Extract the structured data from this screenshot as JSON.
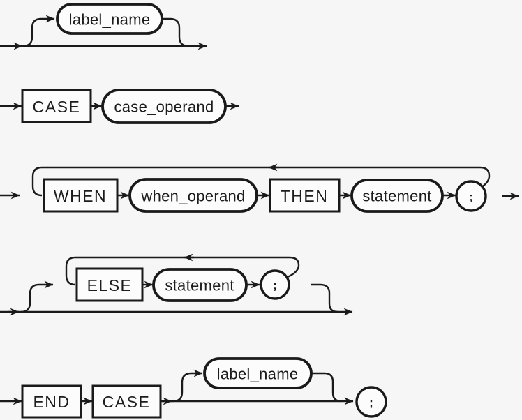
{
  "diagram": {
    "kind": "railroad-syntax-diagram",
    "colors": {
      "background": "#f6f6f6",
      "line": "#1a1a1a",
      "node_fill": "#fcfcfc",
      "text": "#1c1c1c"
    },
    "rows": [
      {
        "name": "optional-label",
        "nodes": [
          {
            "type": "variable",
            "label": "label_name"
          }
        ]
      },
      {
        "name": "case-clause",
        "nodes": [
          {
            "type": "keyword",
            "label": "CASE"
          },
          {
            "type": "variable",
            "label": "case_operand"
          }
        ]
      },
      {
        "name": "when-clause",
        "nodes": [
          {
            "type": "keyword",
            "label": "WHEN"
          },
          {
            "type": "variable",
            "label": "when_operand"
          },
          {
            "type": "keyword",
            "label": "THEN"
          },
          {
            "type": "variable",
            "label": "statement"
          },
          {
            "type": "terminal",
            "label": ";"
          }
        ]
      },
      {
        "name": "else-clause",
        "nodes": [
          {
            "type": "keyword",
            "label": "ELSE"
          },
          {
            "type": "variable",
            "label": "statement"
          },
          {
            "type": "terminal",
            "label": ";"
          }
        ]
      },
      {
        "name": "end-clause",
        "nodes": [
          {
            "type": "keyword",
            "label": "END"
          },
          {
            "type": "keyword",
            "label": "CASE"
          },
          {
            "type": "variable",
            "label": "label_name"
          },
          {
            "type": "terminal",
            "label": ";"
          }
        ]
      }
    ]
  }
}
